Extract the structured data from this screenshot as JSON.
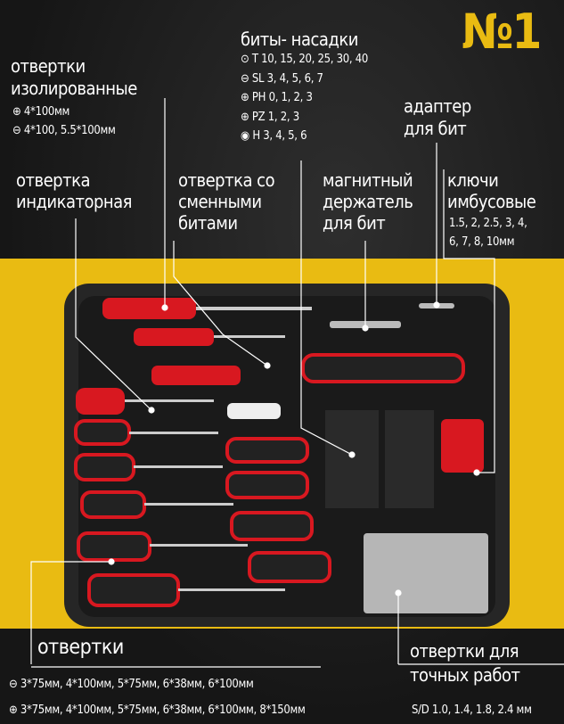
{
  "badge": "№1",
  "bits": {
    "title": "биты- насадки",
    "items": [
      "⊙ T 10, 15, 20, 25, 30, 40",
      "⊖ SL 3, 4, 5, 6, 7",
      "⊕ PH 0, 1, 2, 3",
      "⊕ PZ 1, 2, 3",
      "◉ H 3, 4, 5, 6"
    ]
  },
  "insulated": {
    "title1": "отвертки",
    "title2": "изолированные",
    "items": [
      "⊕ 4*100мм",
      "⊖ 4*100, 5.5*100мм"
    ]
  },
  "adapter": {
    "title1": "адаптер",
    "title2": "для бит"
  },
  "indicator": {
    "title1": "отвертка",
    "title2": "индикаторная"
  },
  "changeable": {
    "title1": "отвертка со",
    "title2": "сменными",
    "title3": "битами"
  },
  "magnetic": {
    "title1": "магнитный",
    "title2": "держатель",
    "title3": "для бит"
  },
  "hex": {
    "title1": "ключи",
    "title2": "имбусовые",
    "spec1": "1.5, 2, 2.5, 3, 4,",
    "spec2": "6, 7, 8, 10мм"
  },
  "screwdrivers": {
    "title": "отвертки",
    "items": [
      "⊖ 3*75мм, 4*100мм, 5*75мм, 6*38мм, 6*100мм",
      "⊕ 3*75мм, 4*100мм, 5*75мм, 6*38мм, 6*100мм, 8*150мм"
    ]
  },
  "precision": {
    "title1": "отвертки для",
    "title2": "точных работ",
    "spec": "S/D 1.0, 1.4, 1.8, 2.4 мм"
  },
  "colors": {
    "accent": "#e9bb12",
    "tool_red": "#d81820",
    "case": "#232323"
  }
}
